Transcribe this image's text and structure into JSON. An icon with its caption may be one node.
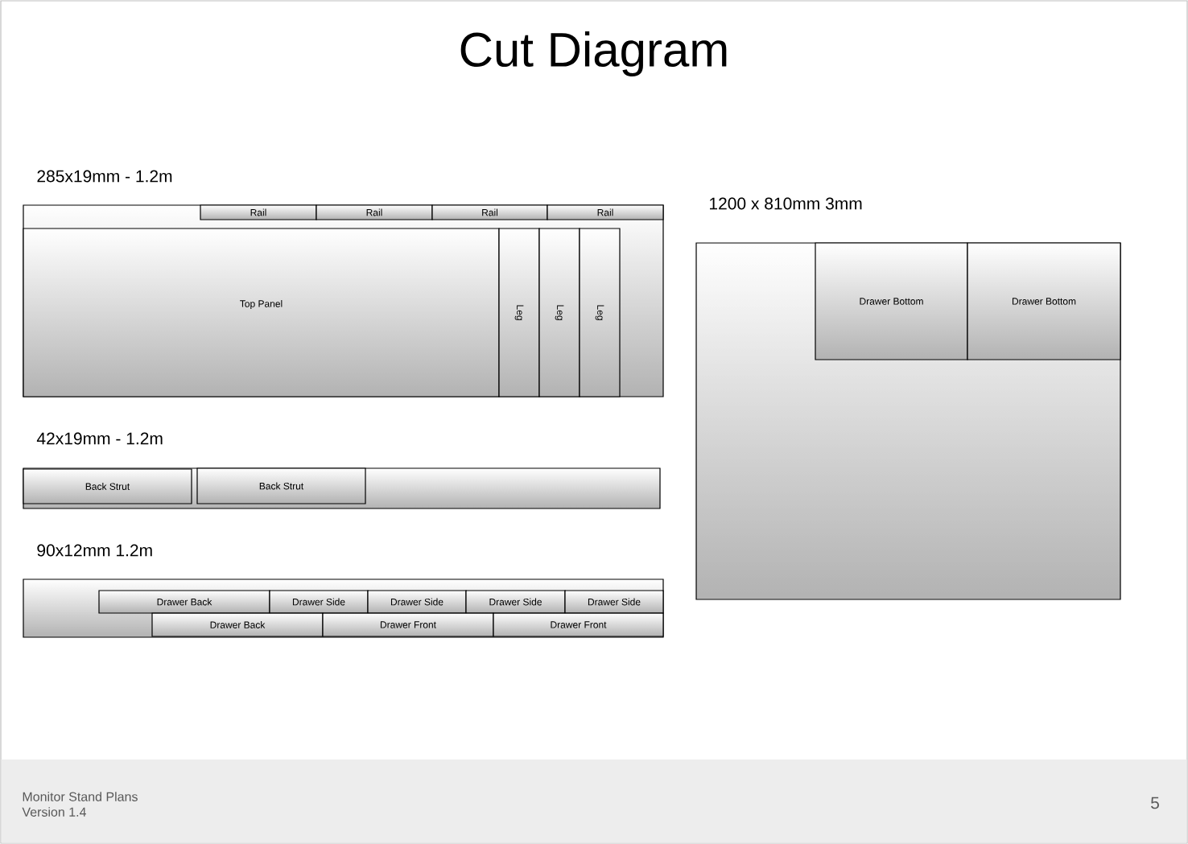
{
  "diagram": {
    "title": "Cut Diagram",
    "nodes": [
      {
        "text": [
          "285x19mm - 1.2m"
        ]
      },
      {
        "text": [
          "Rail"
        ],
        "in": 0
      },
      {
        "text": [
          "Rail"
        ],
        "in": 0
      },
      {
        "text": [
          "Rail"
        ],
        "in": 0
      },
      {
        "text": [
          "Rail"
        ],
        "in": 0
      },
      {
        "text": [
          "Top Panel"
        ],
        "in": 0
      },
      {
        "text": [
          "Leg"
        ],
        "in": 0
      },
      {
        "text": [
          "Leg"
        ],
        "in": 0
      },
      {
        "text": [
          "Leg"
        ],
        "in": 0
      },
      {
        "text": [
          "42x19mm - 1.2m"
        ]
      },
      {
        "text": [
          "Back Strut"
        ],
        "in": 9
      },
      {
        "text": [
          "Back Strut"
        ],
        "in": 9
      },
      {
        "text": [
          "90x12mm 1.2m"
        ]
      },
      {
        "text": [
          "Drawer Back"
        ],
        "in": 12
      },
      {
        "text": [
          "Drawer Side"
        ],
        "in": 12
      },
      {
        "text": [
          "Drawer Side"
        ],
        "in": 12
      },
      {
        "text": [
          "Drawer Side"
        ],
        "in": 12
      },
      {
        "text": [
          "Drawer Side"
        ],
        "in": 12
      },
      {
        "text": [
          "Drawer Back"
        ],
        "in": 12
      },
      {
        "text": [
          "Drawer Front"
        ],
        "in": 12
      },
      {
        "text": [
          "Drawer Front"
        ],
        "in": 12
      },
      {
        "text": [
          "1200 x 810mm 3mm"
        ]
      },
      {
        "text": [
          "Drawer Bottom"
        ],
        "in": 21
      },
      {
        "text": [
          "Drawer Bottom"
        ],
        "in": 21
      }
    ],
    "labels": [
      "Monitor Stand Plans",
      "Version 1.4",
      "5"
    ]
  }
}
